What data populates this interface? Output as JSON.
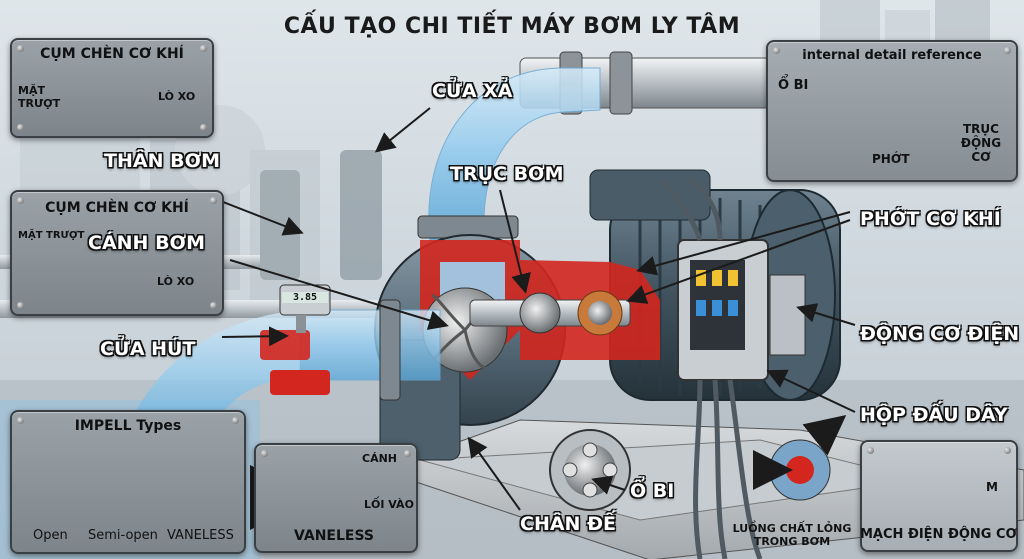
{
  "title": "CẤU TẠO CHI TIẾT MÁY BƠM LY TÂM",
  "callouts": {
    "cua_xa": "CỬA XẢ",
    "than_bom": "THÂN BƠM",
    "truc_bom": "TRỤC BƠM",
    "canh_bom": "CÁNH BƠM",
    "phot_co_khi": "PHỚT CƠ KHÍ",
    "cua_hut": "CỬA HÚT",
    "dong_co_dien": "ĐỘNG CƠ ĐIỆN",
    "hop_dau_day": "HỘP ĐẤU DÂY",
    "chan_de": "CHÂN ĐẾ",
    "o_bi": "Ổ BI"
  },
  "seal_panel_top": {
    "title": "CỤM CHÈN CƠ KHÍ",
    "mat_truot": "MẶT TRƯỢT",
    "lo_xo": "LÒ XO"
  },
  "seal_panel_mid": {
    "title": "CỤM CHÈN CƠ KHÍ",
    "mat_truot": "MẶT TRƯỢT",
    "lo_xo": "LÒ XO"
  },
  "detail_panel": {
    "title": "internal detail reference",
    "o_bi": "Ổ BI",
    "phot": "PHỚT",
    "truc_dong_co": "TRỤC ĐỘNG CƠ"
  },
  "impeller_panel": {
    "title": "IMPELL Types",
    "types": [
      "Open",
      "Semi-open",
      "VANELESS"
    ]
  },
  "vaneless_panel": {
    "title": "VANELESS",
    "canh": "CÁNH",
    "loi_vao": "LỐI VÀO"
  },
  "flow_label": "LUỒNG CHẤT LỎNG TRONG BƠM",
  "circuit_panel": {
    "title": "MẠCH ĐIỆN ĐỘNG CƠ",
    "motor_symbol": "M"
  },
  "gauge_reading": "3.85",
  "colors": {
    "pump_body": "#5a6e7c",
    "cutaway_red": "#d3261e",
    "water": "#8fc9ee",
    "panel_bg": "#8c949a"
  }
}
